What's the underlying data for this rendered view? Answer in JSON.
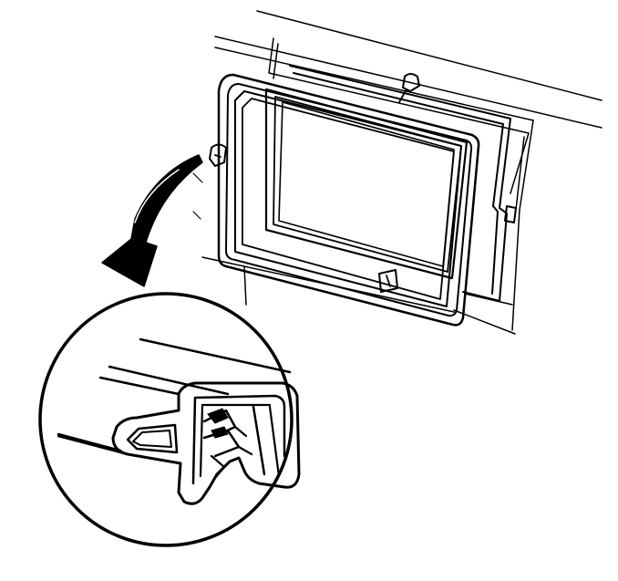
{
  "figure": {
    "description_visible_text": "",
    "colors": {
      "ink": "#000000",
      "background": "#ffffff"
    },
    "components": [
      "body-panel",
      "window-frame",
      "window-seal",
      "glass-opening",
      "retaining-clips",
      "callout-arrow",
      "detail-magnifier",
      "seal-cross-section"
    ]
  }
}
